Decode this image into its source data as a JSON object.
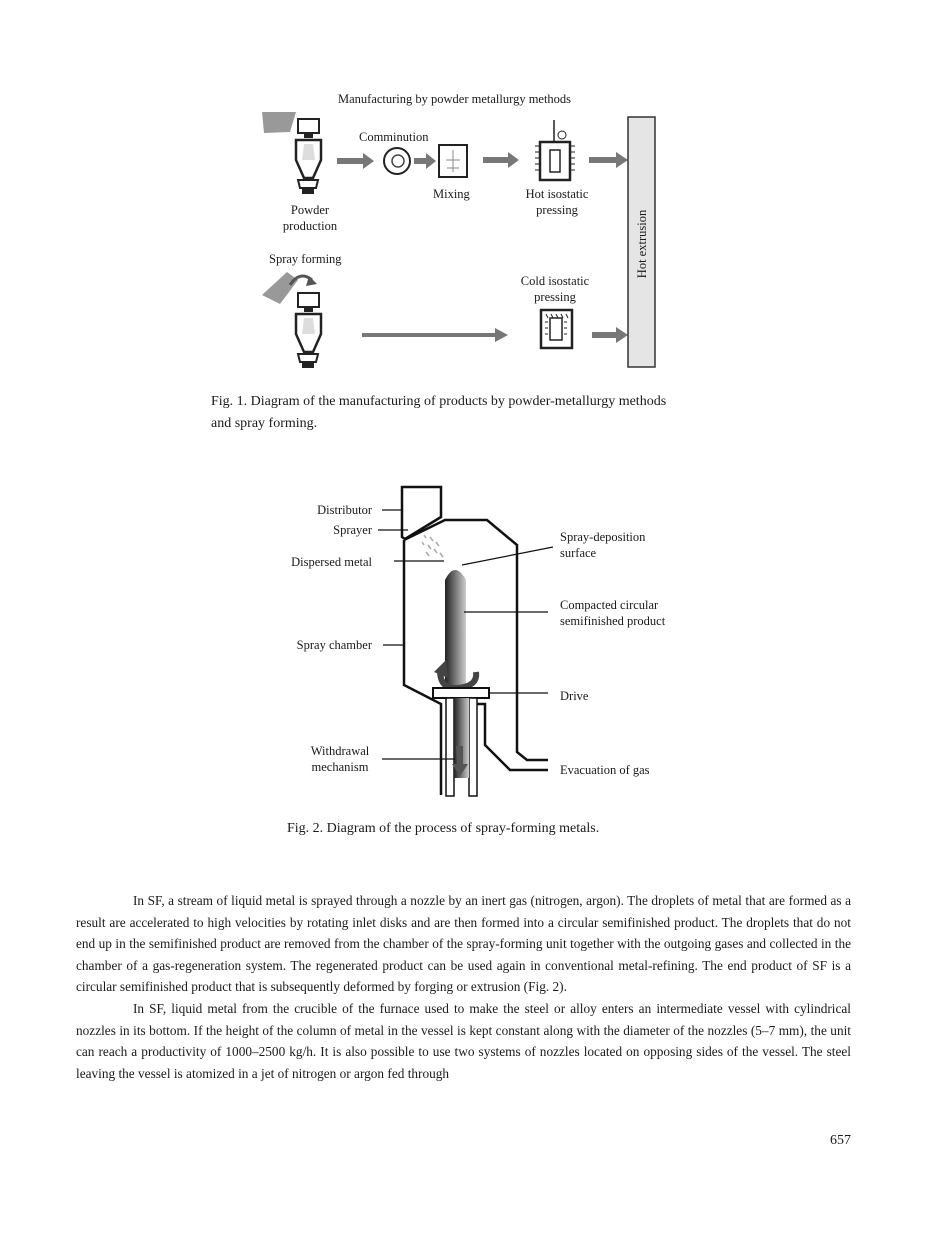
{
  "figure1": {
    "title": "Manufacturing by powder metallurgy methods",
    "labels": {
      "comminution": "Comminution",
      "mixing": "Mixing",
      "hip": [
        "Hot isostatic",
        "pressing"
      ],
      "powder": [
        "Powder",
        "production"
      ],
      "spray_forming": "Spray forming",
      "cip": [
        "Cold isostatic",
        "pressing"
      ],
      "hot_extrusion": "Hot extrusion"
    },
    "caption": [
      "Fig. 1. Diagram of the manufacturing of products by powder-metallurgy methods",
      "and spray forming."
    ]
  },
  "figure2": {
    "labels": {
      "distributor": "Distributor",
      "sprayer": "Sprayer",
      "dispersed_metal": "Dispersed metal",
      "spray_chamber": "Spray chamber",
      "withdrawal": [
        "Withdrawal",
        "mechanism"
      ],
      "deposition_surface": [
        "Spray-deposition",
        "surface"
      ],
      "compacted_product": [
        "Compacted circular",
        "semifinished product"
      ],
      "drive": "Drive",
      "evacuation": "Evacuation of gas"
    },
    "caption": "Fig. 2. Diagram of the process of spray-forming metals."
  },
  "body": {
    "paragraphs": [
      "In SF, a stream of liquid metal is sprayed through a nozzle by an inert gas (nitrogen, argon). The droplets of metal that are formed as a result are accelerated to high velocities by rotating inlet disks and are then formed into a circular semifinished product. The droplets that do not end up in the semifinished product are removed from the chamber of the spray-forming unit together with the outgoing gases and collected in the chamber of a gas-regeneration system. The regenerated product can be used again in conventional metal-refining. The end product of SF is a circular semifinished product that is subsequently deformed by forging or extrusion (Fig. 2).",
      "In SF, liquid metal from the crucible of the furnace used to make the steel or alloy enters an intermediate vessel with cylindrical nozzles in its bottom. If the height of the column of metal in the vessel is kept constant along with the diameter of the nozzles (5–7 mm), the unit can reach a productivity of 1000–2500 kg/h. It is also possible to use two systems of nozzles located on opposing sides of the vessel. The steel leaving the vessel is atomized in a jet of nitrogen or argon fed through"
    ]
  },
  "page_number": "657"
}
